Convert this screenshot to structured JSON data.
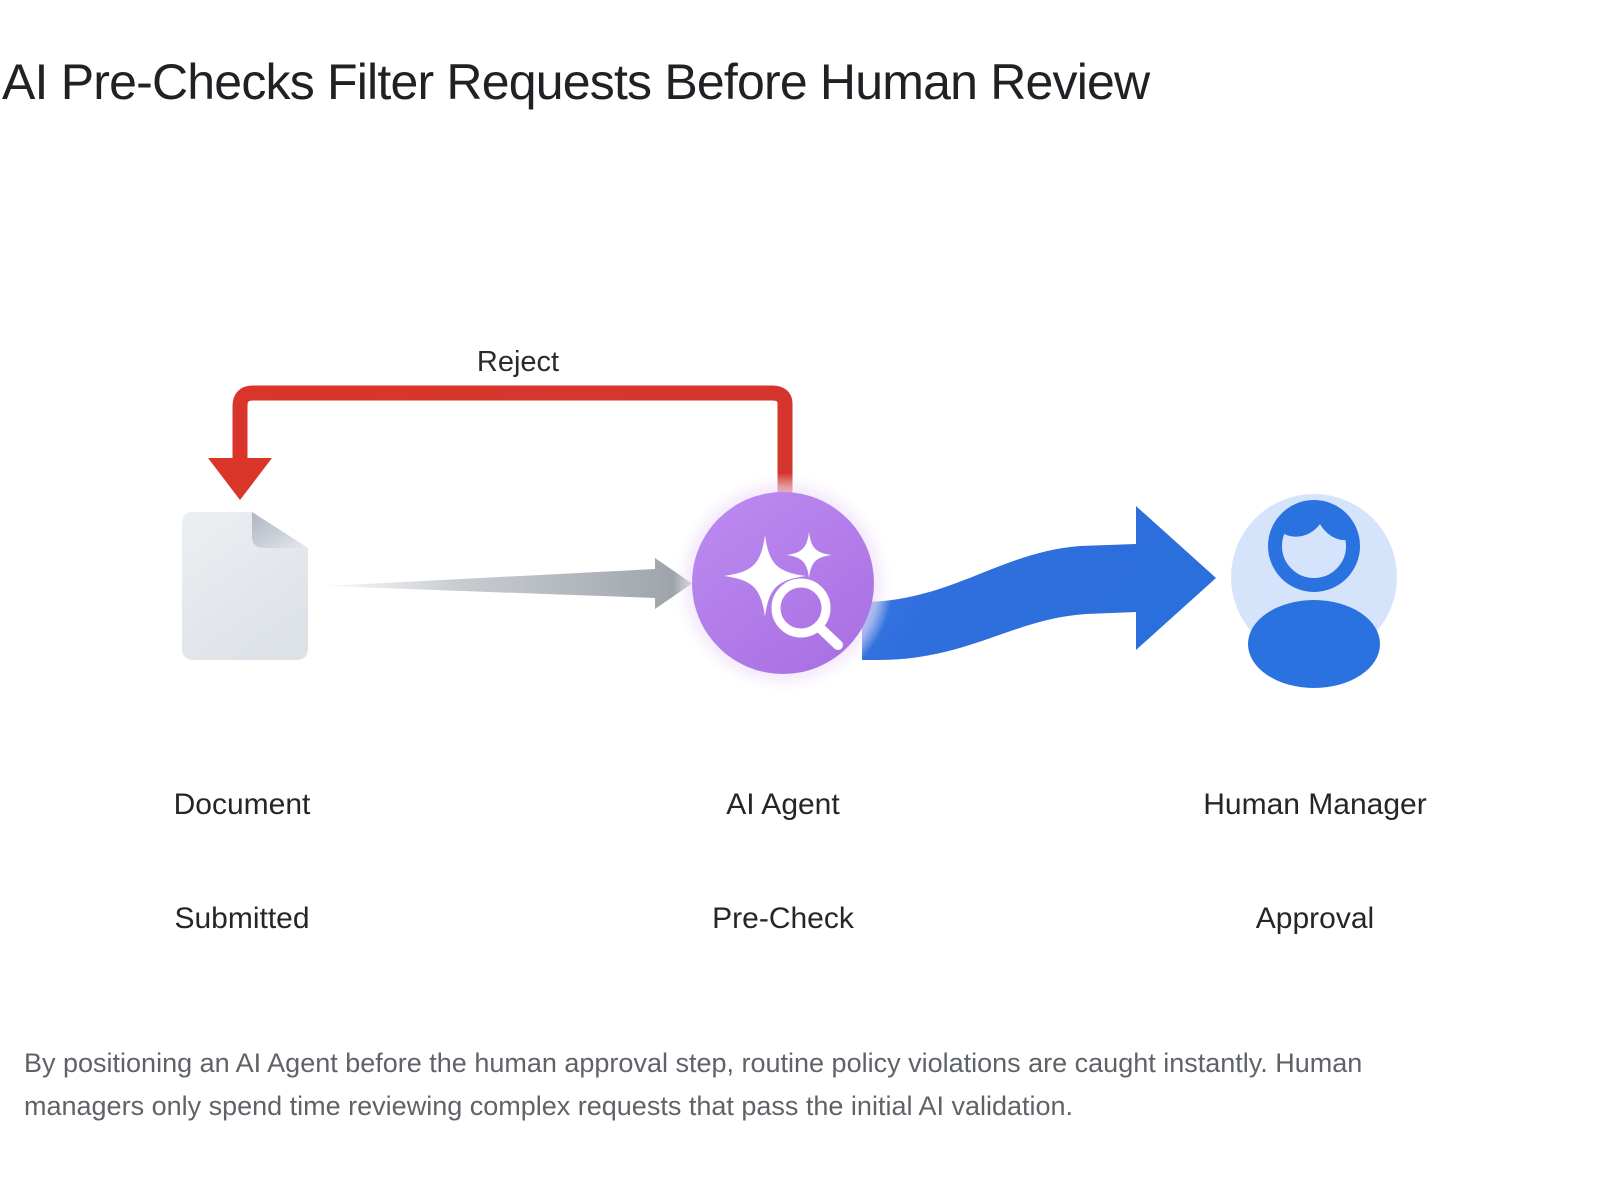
{
  "page": {
    "title": "AI Pre-Checks Filter Requests Before Human Review",
    "caption": "By positioning an AI Agent before the human approval step, routine policy violations are caught instantly. Human managers only spend time reviewing complex requests that pass the initial AI validation.",
    "background_color": "#ffffff",
    "title_color": "#202124",
    "caption_color": "#5f6368"
  },
  "diagram": {
    "type": "flow",
    "nodes": [
      {
        "id": "document",
        "label_line1": "Document",
        "label_line2": "Submitted",
        "icon": "document-page-icon",
        "color": "#e3e7eb"
      },
      {
        "id": "agent",
        "label_line1": "AI Agent",
        "label_line2": "Pre-Check",
        "icon": "ai-sparkle-magnifier-icon",
        "color": "#b07ae8",
        "glow_color": "#e8d5f5"
      },
      {
        "id": "human",
        "label_line1": "Human Manager",
        "label_line2": "Approval",
        "icon": "person-avatar-icon",
        "color": "#2a72e0",
        "background_color": "#d6e4fb"
      }
    ],
    "connectors": [
      {
        "id": "submit-flow",
        "from": "document",
        "to": "agent",
        "label": "",
        "style": "tapered-wedge-arrow",
        "color": "#9aa0a6"
      },
      {
        "id": "approve-flow",
        "from": "agent",
        "to": "human",
        "label": "",
        "style": "wavy-block-arrow",
        "color": "#2a6fdb"
      },
      {
        "id": "reject-flow",
        "from": "agent",
        "to": "document",
        "label": "Reject",
        "style": "rounded-elbow-arrow",
        "color": "#d9352a"
      }
    ]
  }
}
